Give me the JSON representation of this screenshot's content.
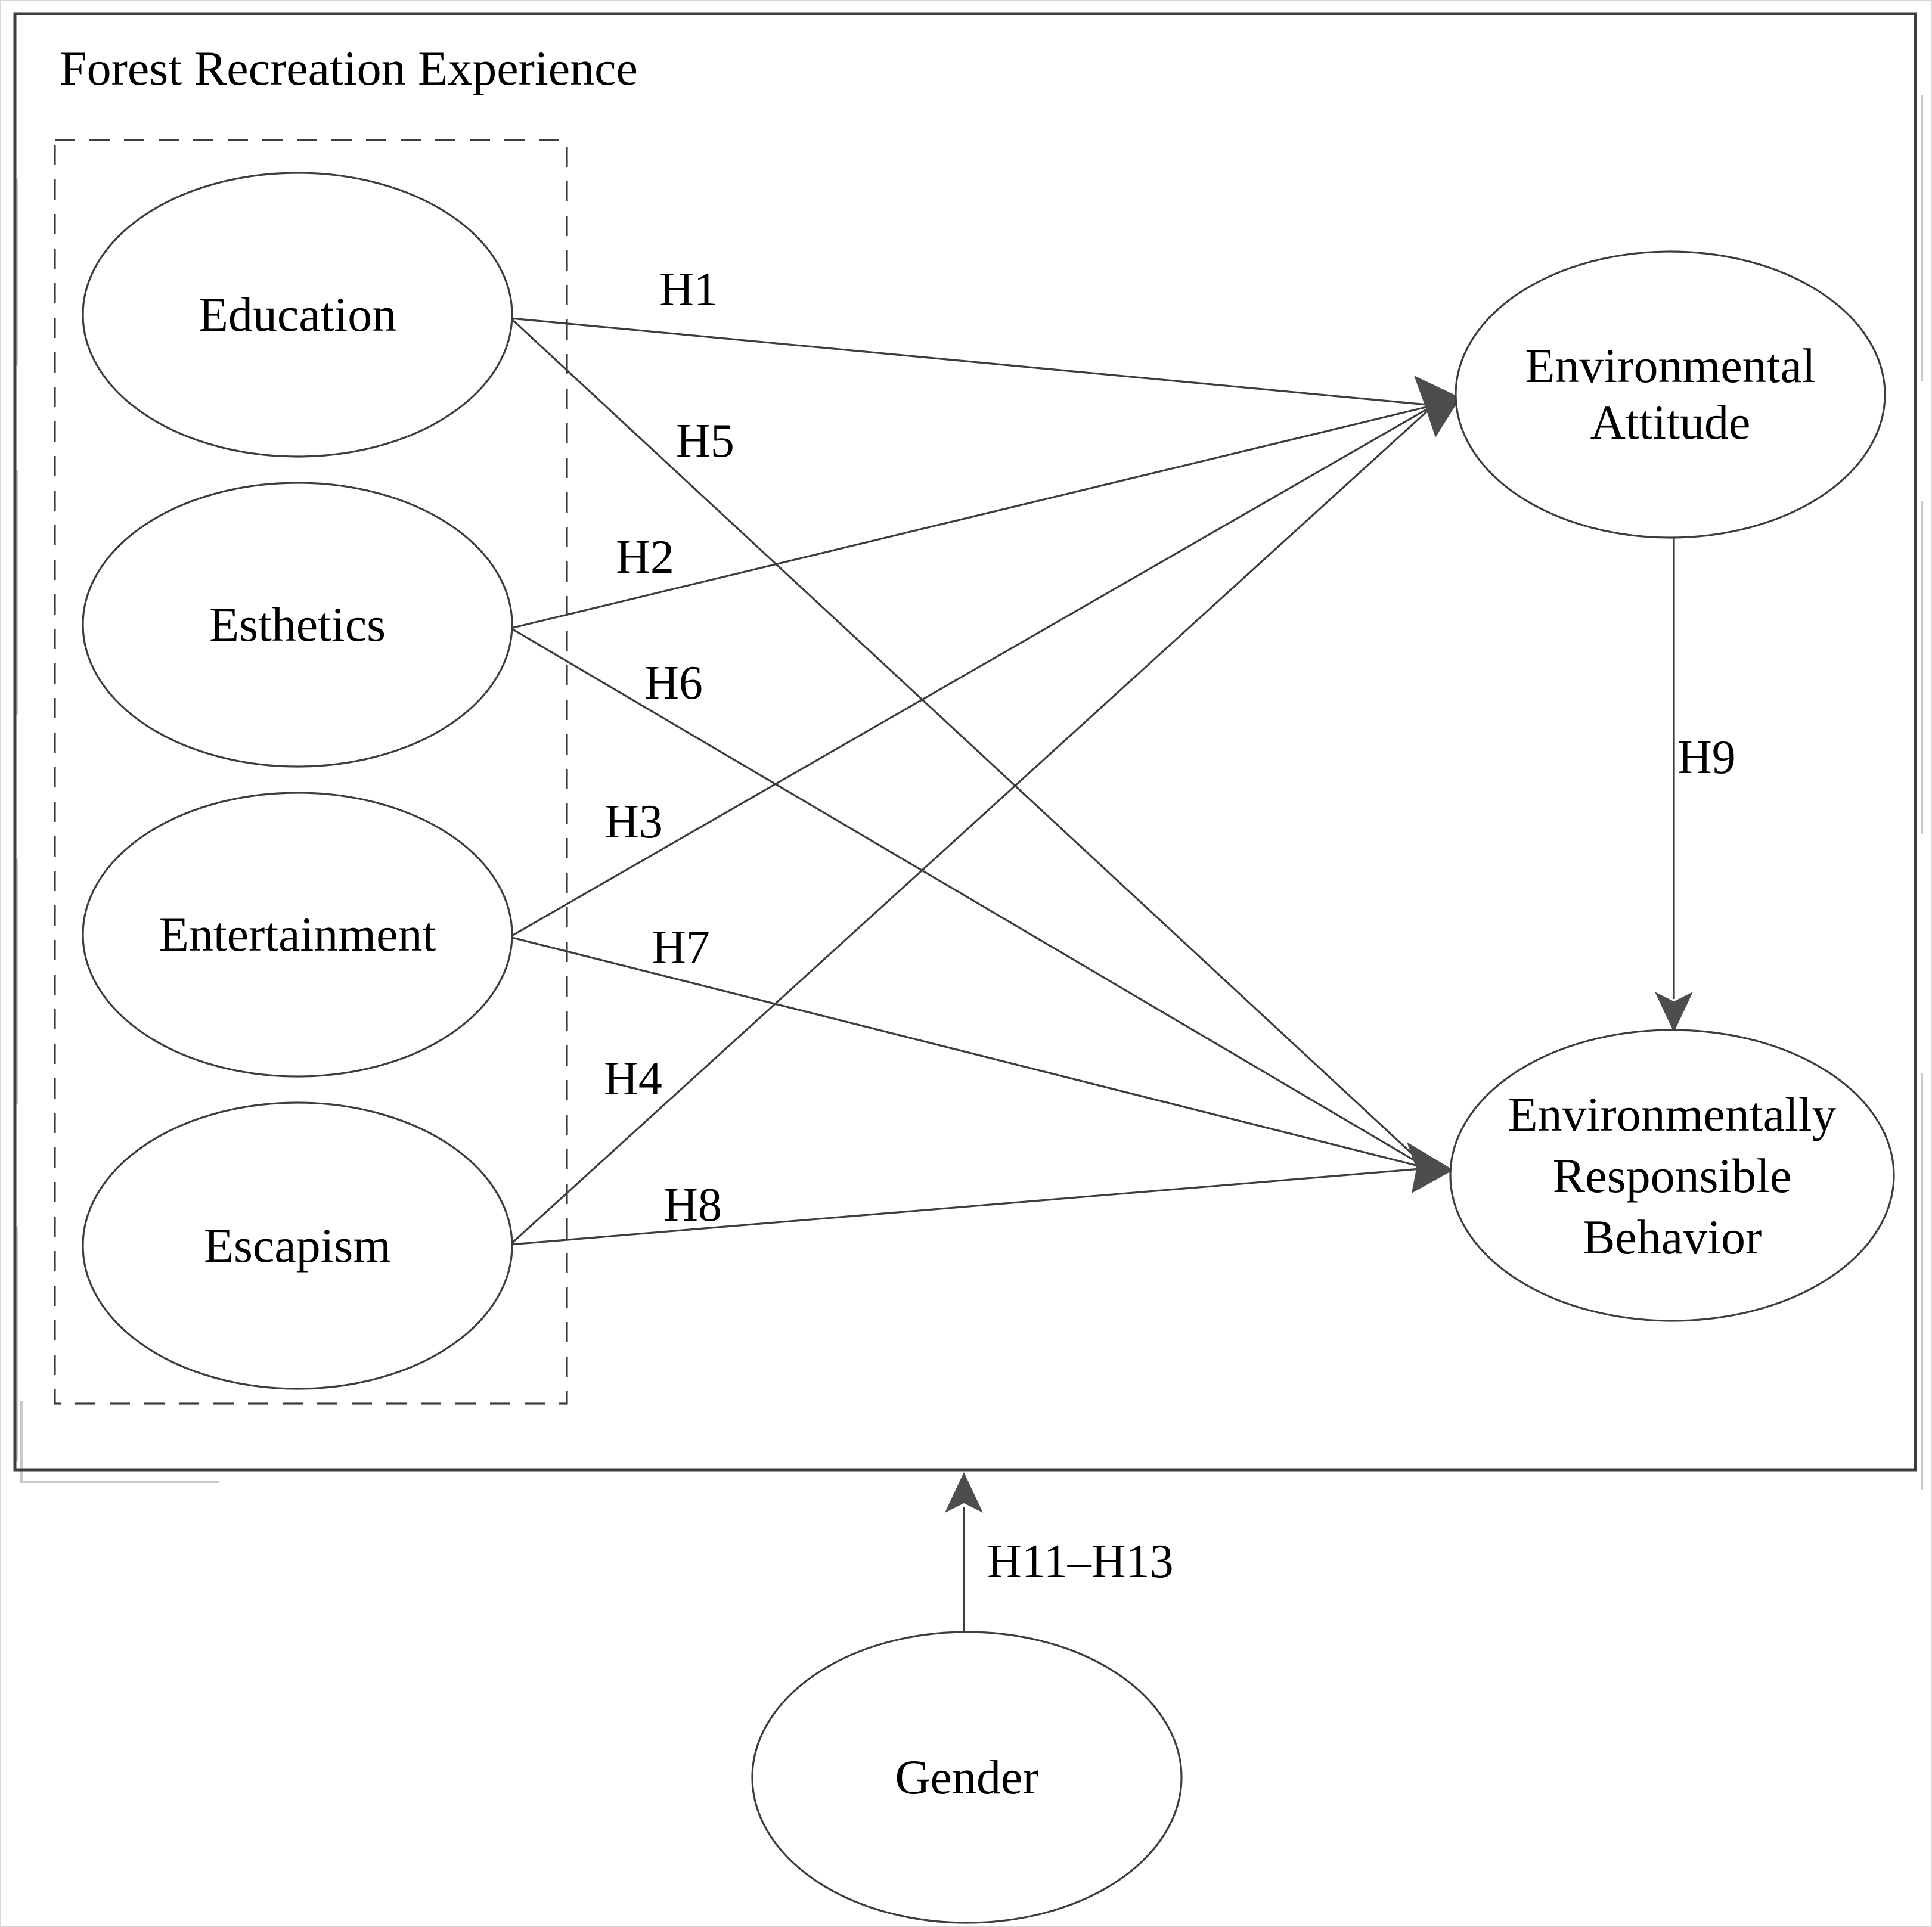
{
  "title": "Forest Recreation Experience",
  "experience_nodes": [
    {
      "id": "education",
      "label": "Education"
    },
    {
      "id": "esthetics",
      "label": "Esthetics"
    },
    {
      "id": "entertainment",
      "label": "Entertainment"
    },
    {
      "id": "escapism",
      "label": "Escapism"
    }
  ],
  "outcome_nodes": [
    {
      "id": "environmental-attitude",
      "label": "Environmental Attitude",
      "lines": [
        "Environmental",
        "Attitude"
      ]
    },
    {
      "id": "environmentally-responsible-behavior",
      "label": "Environmentally Responsible Behavior",
      "lines": [
        "Environmentally",
        "Responsible",
        "Behavior"
      ]
    }
  ],
  "moderator_node": {
    "id": "gender",
    "label": "Gender"
  },
  "hypotheses": [
    {
      "label": "H1",
      "from": "Education",
      "to": "Environmental Attitude"
    },
    {
      "label": "H2",
      "from": "Esthetics",
      "to": "Environmental Attitude"
    },
    {
      "label": "H3",
      "from": "Entertainment",
      "to": "Environmental Attitude"
    },
    {
      "label": "H4",
      "from": "Escapism",
      "to": "Environmental Attitude"
    },
    {
      "label": "H5",
      "from": "Education",
      "to": "Environmentally Responsible Behavior"
    },
    {
      "label": "H6",
      "from": "Esthetics",
      "to": "Environmentally Responsible Behavior"
    },
    {
      "label": "H7",
      "from": "Entertainment",
      "to": "Environmentally Responsible Behavior"
    },
    {
      "label": "H8",
      "from": "Escapism",
      "to": "Environmentally Responsible Behavior"
    },
    {
      "label": "H9",
      "from": "Environmental Attitude",
      "to": "Environmentally Responsible Behavior"
    },
    {
      "label": "H11–H13",
      "from": "Gender",
      "to": "Forest Recreation Experience"
    }
  ],
  "colors": {
    "line": "#3d3d3d",
    "arrowhead": "#4d4d4d",
    "text": "#000000",
    "background": "#ffffff"
  }
}
